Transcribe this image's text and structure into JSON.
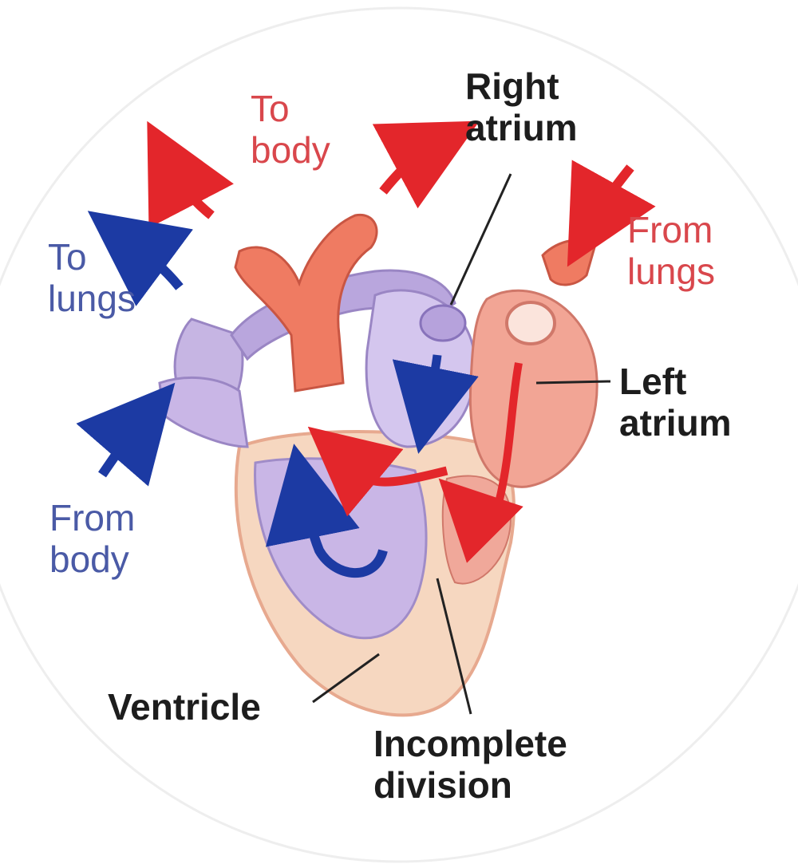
{
  "labels": {
    "to_body": {
      "line1": "To",
      "line2": "body"
    },
    "right_atrium": {
      "line1": "Right",
      "line2": "atrium"
    },
    "from_lungs": {
      "line1": "From",
      "line2": "lungs"
    },
    "to_lungs": {
      "line1": "To",
      "line2": "lungs"
    },
    "left_atrium": {
      "line1": "Left",
      "line2": "atrium"
    },
    "from_body": {
      "line1": "From",
      "line2": "body"
    },
    "ventricle": "Ventricle",
    "incomplete_division": {
      "line1": "Incomplete",
      "line2": "division"
    }
  },
  "colors": {
    "oxygenated_blood": "#e3262b",
    "deoxygenated_blood": "#1c3aa3",
    "red_label": "#d9474c",
    "blue_label": "#4a5aa6",
    "leader_line": "#222222",
    "heart_body": "#f6d7c0",
    "right_chamber": "#c9b6e6",
    "left_chamber": "#f2a595"
  }
}
